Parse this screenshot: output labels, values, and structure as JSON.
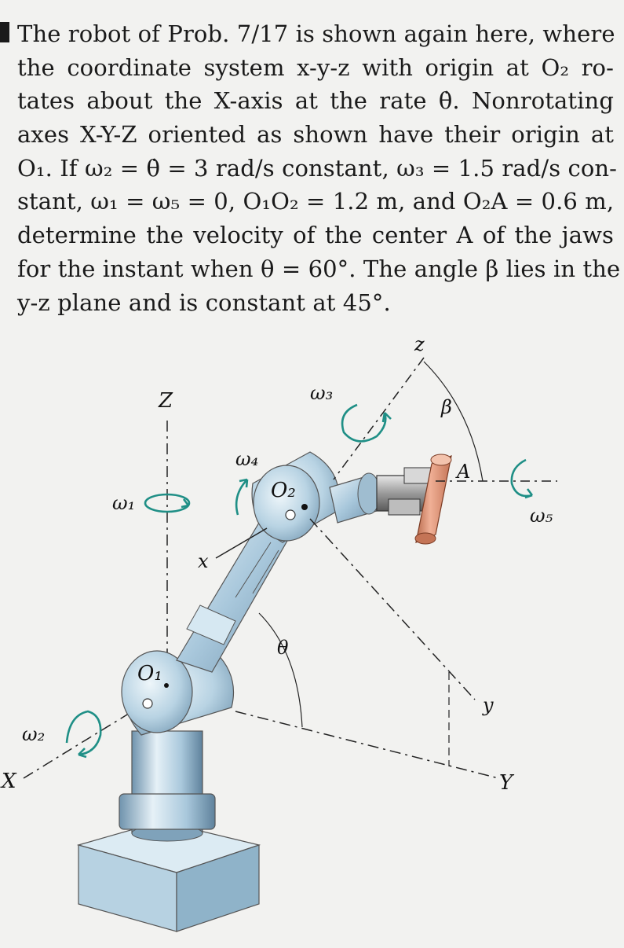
{
  "problem": {
    "lines": [
      "The robot of Prob. 7/17 is shown again here, where",
      "the coordinate system x-y-z with origin at O₂ ro-",
      "tates about the X-axis at the rate θ̇. Nonrotating",
      "axes X-Y-Z oriented as shown have their origin at",
      "O₁. If ω₂ = θ̇ = 3 rad/s constant, ω₃ = 1.5 rad/s con-",
      "stant, ω₁ = ω₅ = 0, O₁O₂ = 1.2 m, and O₂A = 0.6 m,",
      "determine the velocity of the center A of the jaws",
      "for the instant when θ = 60°. The angle β lies in the",
      "y-z plane and is constant at 45°."
    ]
  },
  "figure": {
    "labels": {
      "Z": "Z",
      "X": "X",
      "Y": "Y",
      "x": "x",
      "y": "y",
      "z": "z",
      "O1": "O₁",
      "O2": "O₂",
      "A": "A",
      "theta": "θ",
      "beta": "β",
      "omega1": "ω₁",
      "omega2": "ω₂",
      "omega3": "ω₃",
      "omega4": "ω₄",
      "omega5": "ω₅"
    },
    "colors": {
      "arm_light": "#d6e8f2",
      "arm_mid": "#a9c8dc",
      "arm_dark": "#6f93ad",
      "rotation_arrow": "#1f8f86",
      "tool": "#d98a6a",
      "base": "#cfe3ee"
    }
  }
}
